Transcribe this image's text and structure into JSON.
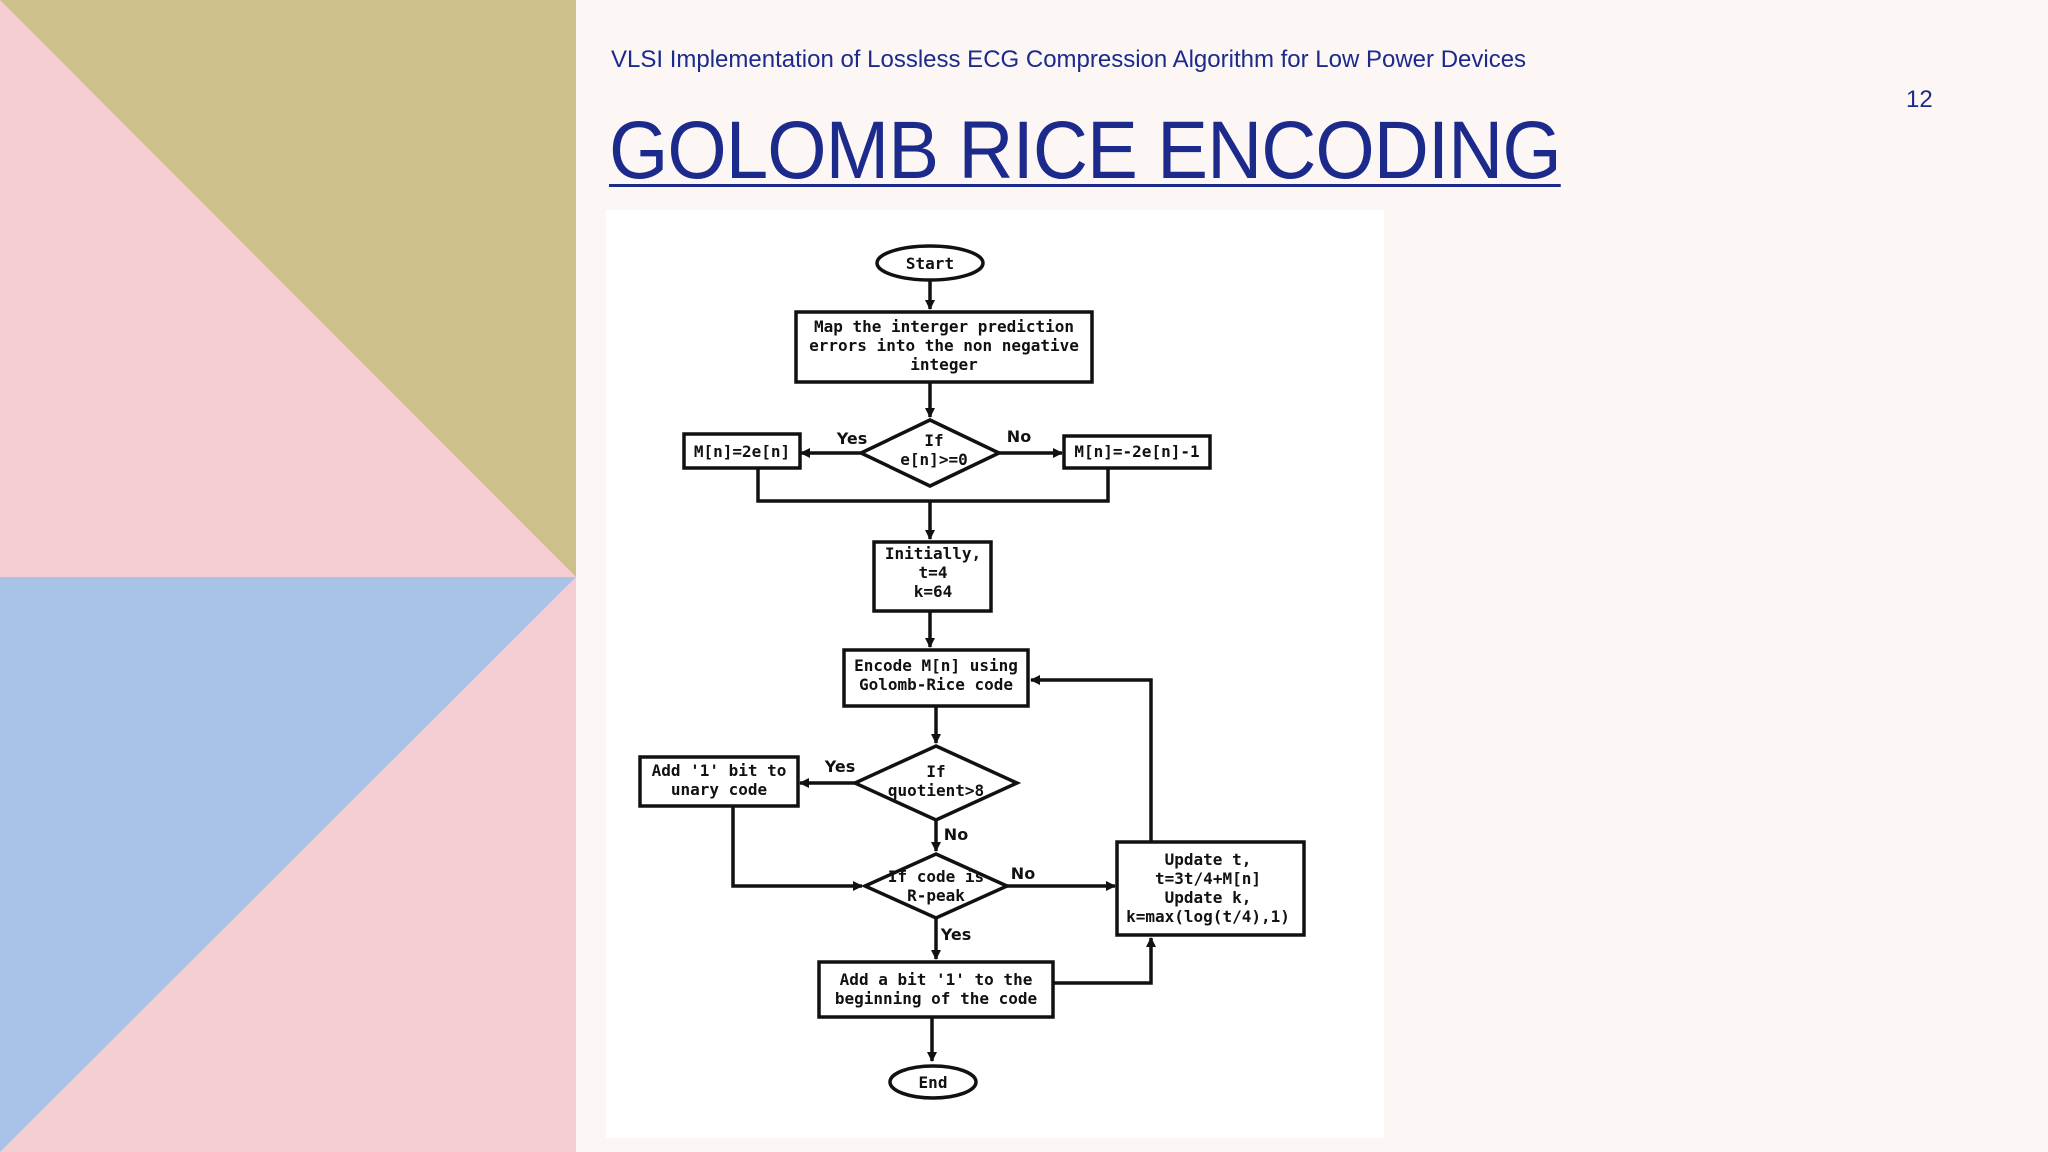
{
  "header": {
    "subtitle": "VLSI Implementation of Lossless ECG Compression Algorithm for Low Power Devices",
    "page_number": "12",
    "title": "GOLOMB RICE ENCODING"
  },
  "colors": {
    "title": "#1c2a8c",
    "background": "#fcf7f4",
    "decor_pink": "#f4ced3",
    "decor_olive": "#cec08b",
    "decor_blue": "#a8c3e8"
  },
  "flowchart": {
    "start": "Start",
    "map_box": [
      "Map the interger prediction",
      "errors into the non negative",
      "integer"
    ],
    "if_sign": [
      "If",
      "e[n]>=0"
    ],
    "left_assign": "M[n]=2e[n]",
    "right_assign": "M[n]=-2e[n]-1",
    "yes_1": "Yes",
    "no_1": "No",
    "init_box": [
      "Initially,",
      "t=4",
      "k=64"
    ],
    "encode_box": [
      "Encode M[n] using",
      "Golomb-Rice code"
    ],
    "if_quotient": [
      "If",
      "quotient>8"
    ],
    "add_unary_box": [
      "Add '1' bit to",
      "unary code"
    ],
    "yes_2": "Yes",
    "no_2": "No",
    "if_rpeak": [
      "If code is",
      "R-peak"
    ],
    "no_3": "No",
    "yes_3": "Yes",
    "update_box": [
      "Update t,",
      "t=3t/4+M[n]",
      "Update k,",
      "k=max(log(t/4),1)"
    ],
    "add_bit_box": [
      "Add a bit '1' to the",
      "beginning of the code"
    ],
    "end": "End"
  }
}
